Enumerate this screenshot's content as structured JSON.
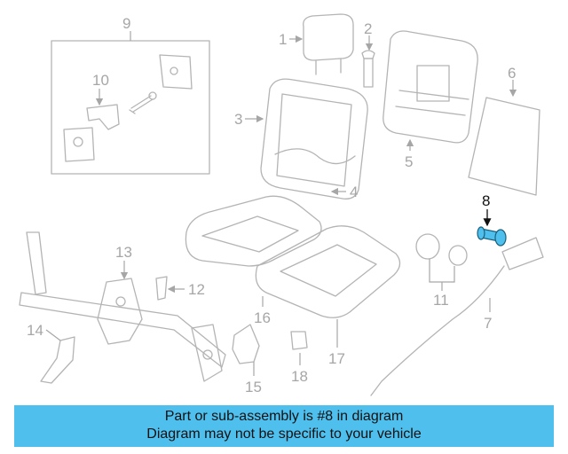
{
  "callouts": [
    "1",
    "2",
    "3",
    "4",
    "5",
    "6",
    "7",
    "8",
    "9",
    "10",
    "11",
    "12",
    "13",
    "14",
    "15",
    "16",
    "17",
    "18"
  ],
  "highlighted_part": "8",
  "colors": {
    "highlight": "#4fc0ee",
    "line_art": "#b4b4b4",
    "label": "#a6a6a6"
  },
  "caption": {
    "line1": "Part or sub-assembly is #8 in diagram",
    "line2": "Diagram may not be specific to your vehicle"
  }
}
